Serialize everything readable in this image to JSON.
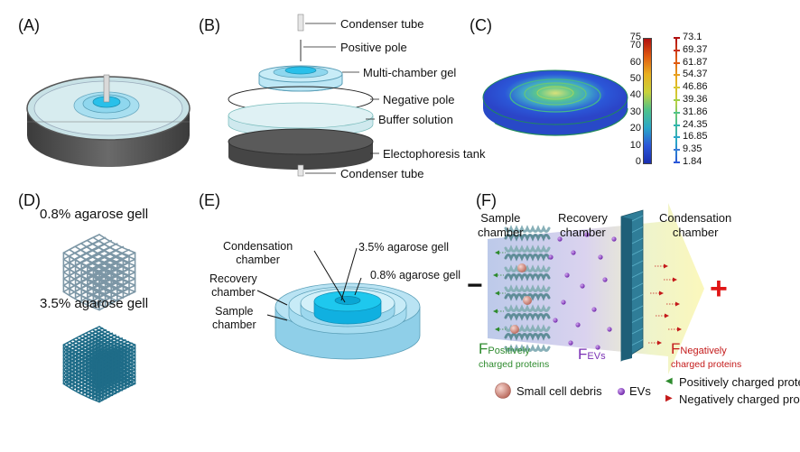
{
  "panels": {
    "A": "(A)",
    "B": "(B)",
    "C": "(C)",
    "D": "(D)",
    "E": "(E)",
    "F": "(F)"
  },
  "panelB": {
    "condenser_top": "Condenser tube",
    "positive_pole": "Positive pole",
    "multi_chamber_gel": "Multi-chamber gel",
    "negative_pole": "Negative pole",
    "buffer_solution": "Buffer solution",
    "electrophoresis_tank": "Electophoresis tank",
    "condenser_bottom": "Condenser tube"
  },
  "panelC": {
    "scale1_ticks": [
      "75",
      "70",
      "60",
      "50",
      "40",
      "30",
      "20",
      "10",
      "0"
    ],
    "scale2_ticks": [
      "73.1",
      "69.37",
      "61.87",
      "54.37",
      "46.86",
      "39.36",
      "31.86",
      "24.35",
      "16.85",
      "9.35",
      "1.84"
    ]
  },
  "panelD": {
    "low": "0.8% agarose gell",
    "high": "3.5% agarose gell"
  },
  "panelE": {
    "condensation": "Condensation\nchamber",
    "recovery": "Recovery\nchamber",
    "sample": "Sample\nchamber",
    "gel35": "3.5% agarose gell",
    "gel08": "0.8% agarose gell"
  },
  "panelF": {
    "sample_chamber": "Sample\nchamber",
    "recovery_chamber": "Recovery\nchamber",
    "condensation_chamber": "Condensation\nchamber",
    "minus": "−",
    "plus": "+",
    "f_pos_main": "F",
    "f_pos_sub": "Positively",
    "f_pos_sub2": "charged proteins",
    "f_evs_main": "F",
    "f_evs_sub": "EVs",
    "f_neg_main": "F",
    "f_neg_sub": "Negatively",
    "f_neg_sub2": "charged proteins",
    "legend_debris": "Small cell debris",
    "legend_evs": "EVs",
    "legend_pos": "Positively charged  protein",
    "legend_neg": "Negatively charged protein"
  },
  "colors": {
    "gel_blue": "#7fd3f0",
    "chamber_cyan": "#1ec8ee",
    "tank_dark": "#4b4b4b",
    "scale_blue": "#2b57d8",
    "positive_green": "#2e8b2e",
    "negative_red": "#c41a1a",
    "ev_purple": "#7a2fb4",
    "mesh_teal": "#2c6f86"
  }
}
